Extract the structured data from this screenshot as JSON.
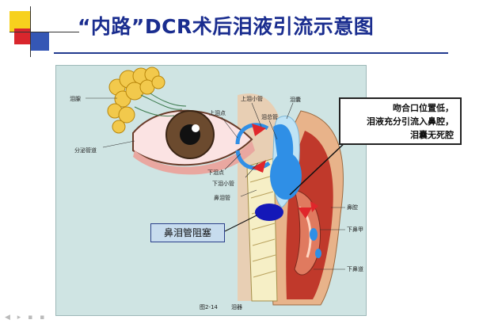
{
  "slide": {
    "title": "“内路”DCR术后泪液引流示意图"
  },
  "figure": {
    "labels": {
      "lacrimal_gland": "泪腺",
      "secretory_duct": "分泌管道",
      "upper_punctum": "上泪点",
      "upper_canaliculus": "上泪小管",
      "lacrimal_sac": "泪囊",
      "common_canaliculus": "泪总管",
      "lower_punctum": "下泪点",
      "lower_canaliculus": "下泪小管",
      "nasolacrimal_duct": "鼻泪管",
      "nasal_cavity": "鼻腔",
      "inferior_turbinate": "下鼻甲",
      "inferior_meatus": "下鼻道",
      "caption_fig": "图2-14",
      "caption_text": "泪器"
    },
    "callout_lines": [
      "吻合口位置低，",
      "泪液充分引流入鼻腔，",
      "泪囊无死腔"
    ],
    "block_label": "鼻泪管阻塞"
  },
  "colors": {
    "title": "#1a2d8f",
    "panel": "#cfe4e3",
    "flow_blue": "#2f8fe6",
    "arrow_red": "#e0262b",
    "blockage": "#1418b8"
  }
}
